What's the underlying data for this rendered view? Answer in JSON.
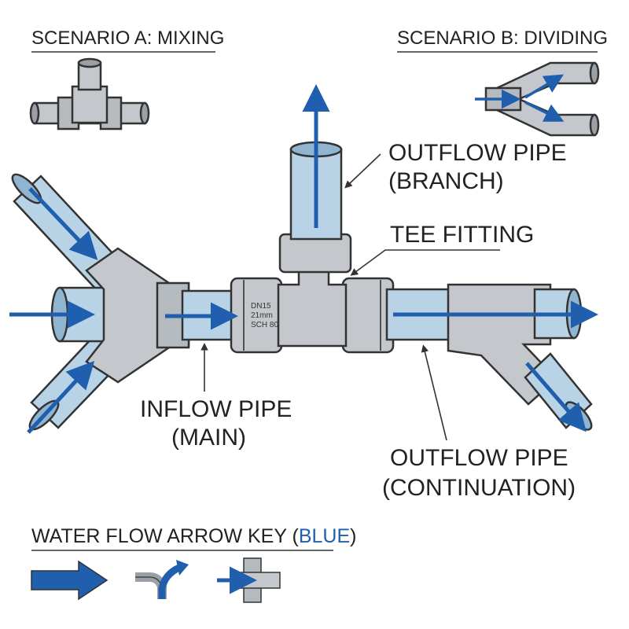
{
  "scenario_a": {
    "title": "SCENARIO A: MIXING"
  },
  "scenario_b": {
    "title": "SCENARIO B: DIVIDING"
  },
  "labels": {
    "outflow_branch_line1": "OUTFLOW PIPE",
    "outflow_branch_line2": "(BRANCH)",
    "tee_fitting": "TEE FITTING",
    "inflow_line1": "INFLOW PIPE",
    "inflow_line2": "(MAIN)",
    "outflow_cont_line1": "OUTFLOW PIPE",
    "outflow_cont_line2": "(CONTINUATION)"
  },
  "pipe_stamp": {
    "line1": "DN15",
    "line2": "21mm",
    "line3": "SCH 80"
  },
  "key": {
    "prefix": "WATER FLOW ARROW KEY (",
    "highlight": "BLUE",
    "suffix": ")"
  },
  "colors": {
    "arrow": "#1f5fad",
    "pipe": "#c4c8cc",
    "pipe_dark": "#9aa0a6",
    "water": "#b9d3e6",
    "outline": "#333333"
  },
  "icons": [
    "straight-flow-arrow-icon",
    "merging-flow-arrow-icon",
    "crossing-flow-arrow-icon"
  ]
}
